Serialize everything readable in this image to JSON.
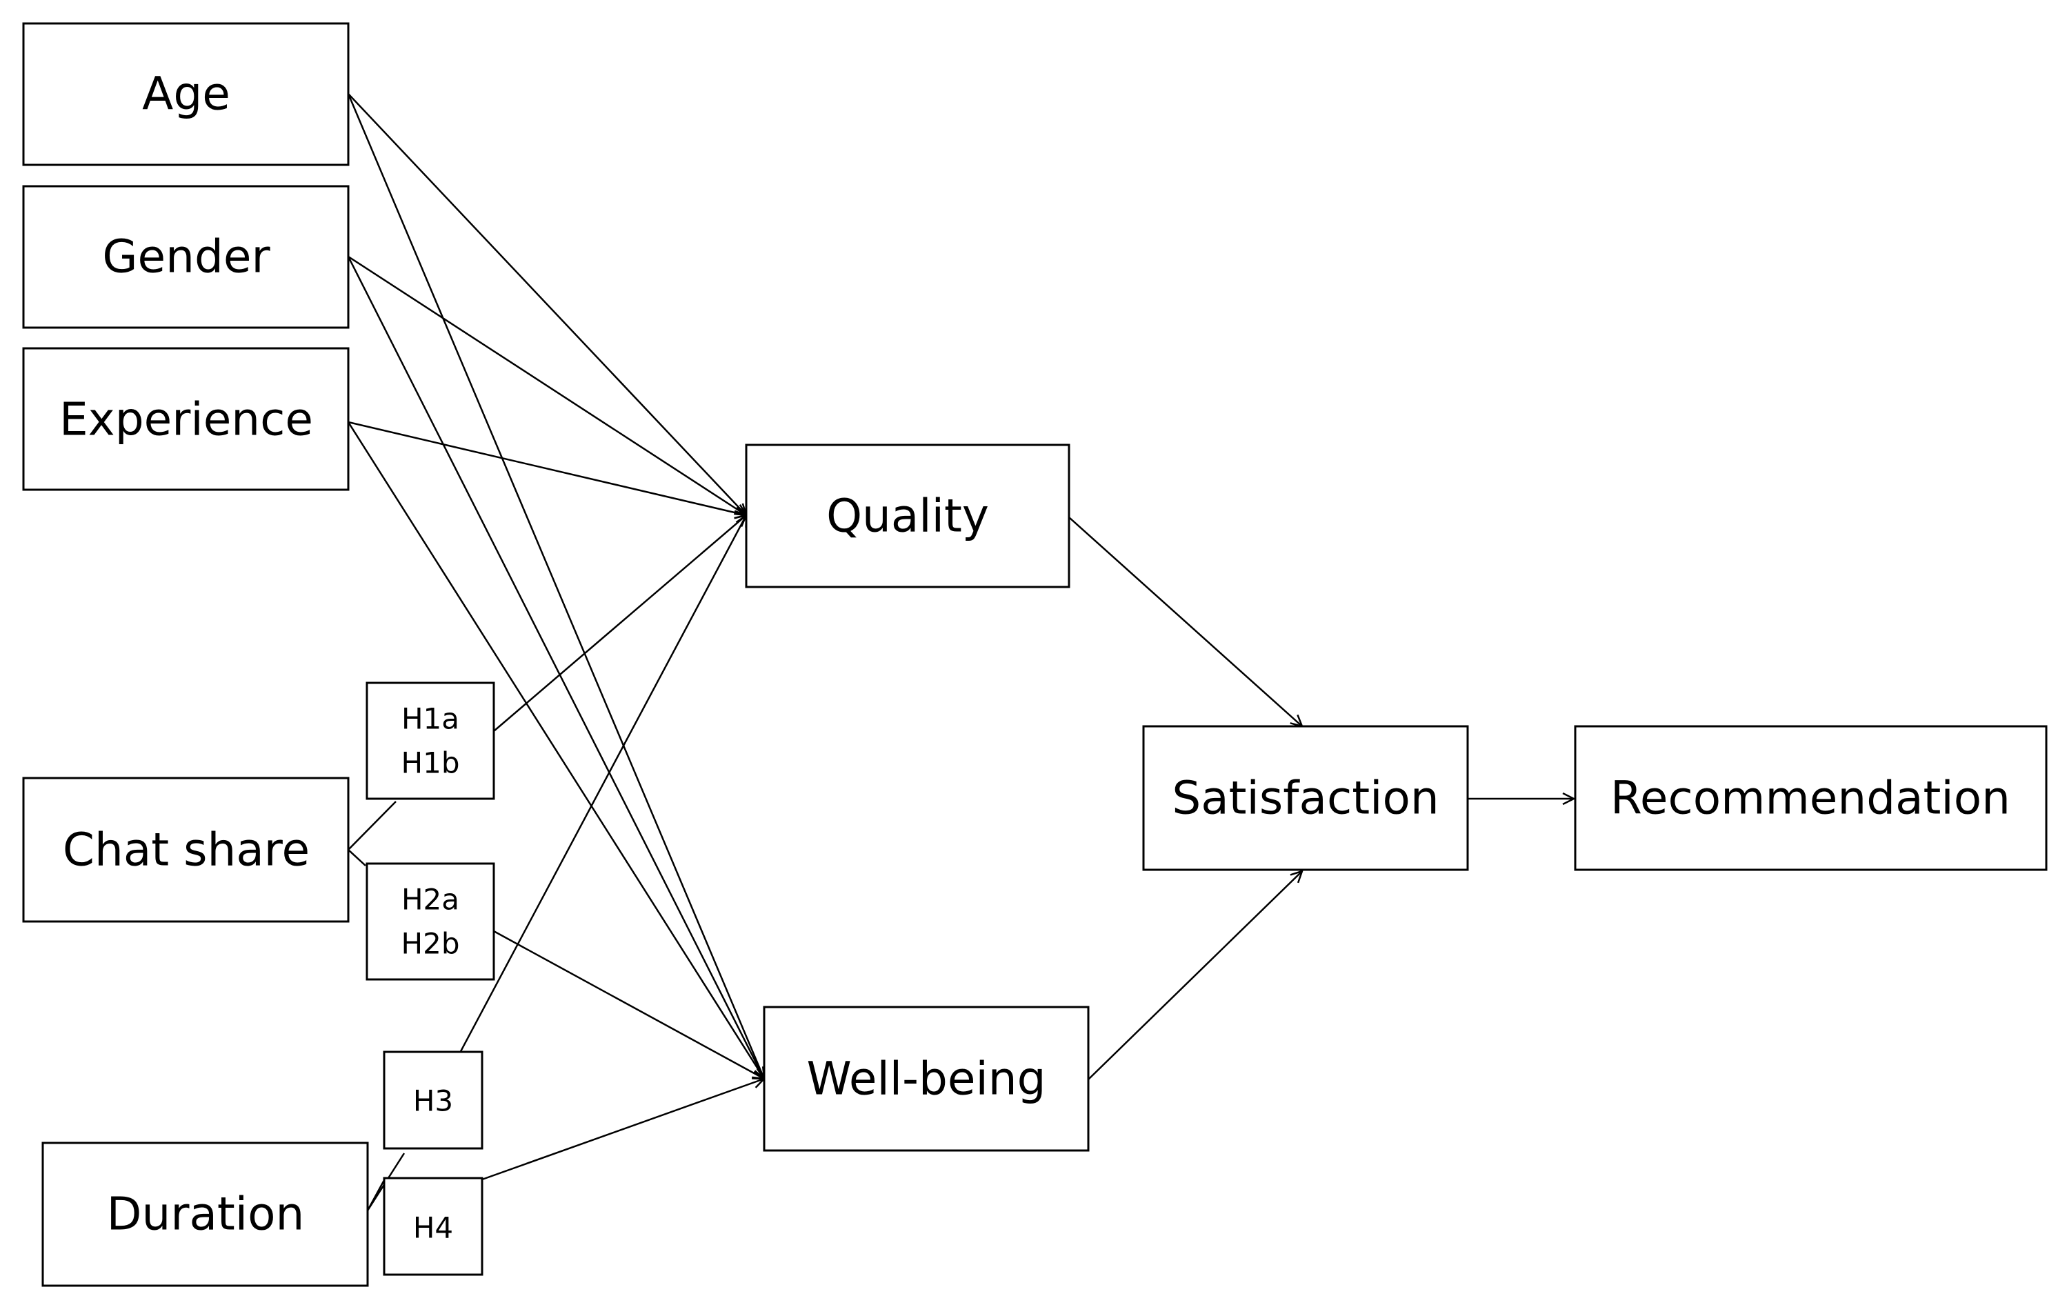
{
  "nodes": {
    "age": "Age",
    "gender": "Gender",
    "experience": "Experience",
    "chat_share": "Chat share",
    "duration": "Duration",
    "quality": "Quality",
    "well_being": "Well-being",
    "satisfaction": "Satisfaction",
    "recommendation": "Recommendation"
  },
  "hypotheses": {
    "h1": [
      "H1a",
      "H1b"
    ],
    "h2": [
      "H2a",
      "H2b"
    ],
    "h3": "H3",
    "h4": "H4"
  },
  "edges": [
    {
      "from": "Age",
      "to": "Quality"
    },
    {
      "from": "Age",
      "to": "Well-being"
    },
    {
      "from": "Gender",
      "to": "Quality"
    },
    {
      "from": "Gender",
      "to": "Well-being"
    },
    {
      "from": "Experience",
      "to": "Quality"
    },
    {
      "from": "Experience",
      "to": "Well-being"
    },
    {
      "from": "Chat share",
      "to": "Quality",
      "label": "H1a / H1b"
    },
    {
      "from": "Chat share",
      "to": "Well-being",
      "label": "H2a / H2b"
    },
    {
      "from": "Duration",
      "to": "Quality",
      "label": "H3"
    },
    {
      "from": "Duration",
      "to": "Well-being",
      "label": "H4"
    },
    {
      "from": "Quality",
      "to": "Satisfaction"
    },
    {
      "from": "Well-being",
      "to": "Satisfaction"
    },
    {
      "from": "Satisfaction",
      "to": "Recommendation"
    }
  ],
  "colors": {
    "stroke": "#000000",
    "background": "#ffffff"
  }
}
